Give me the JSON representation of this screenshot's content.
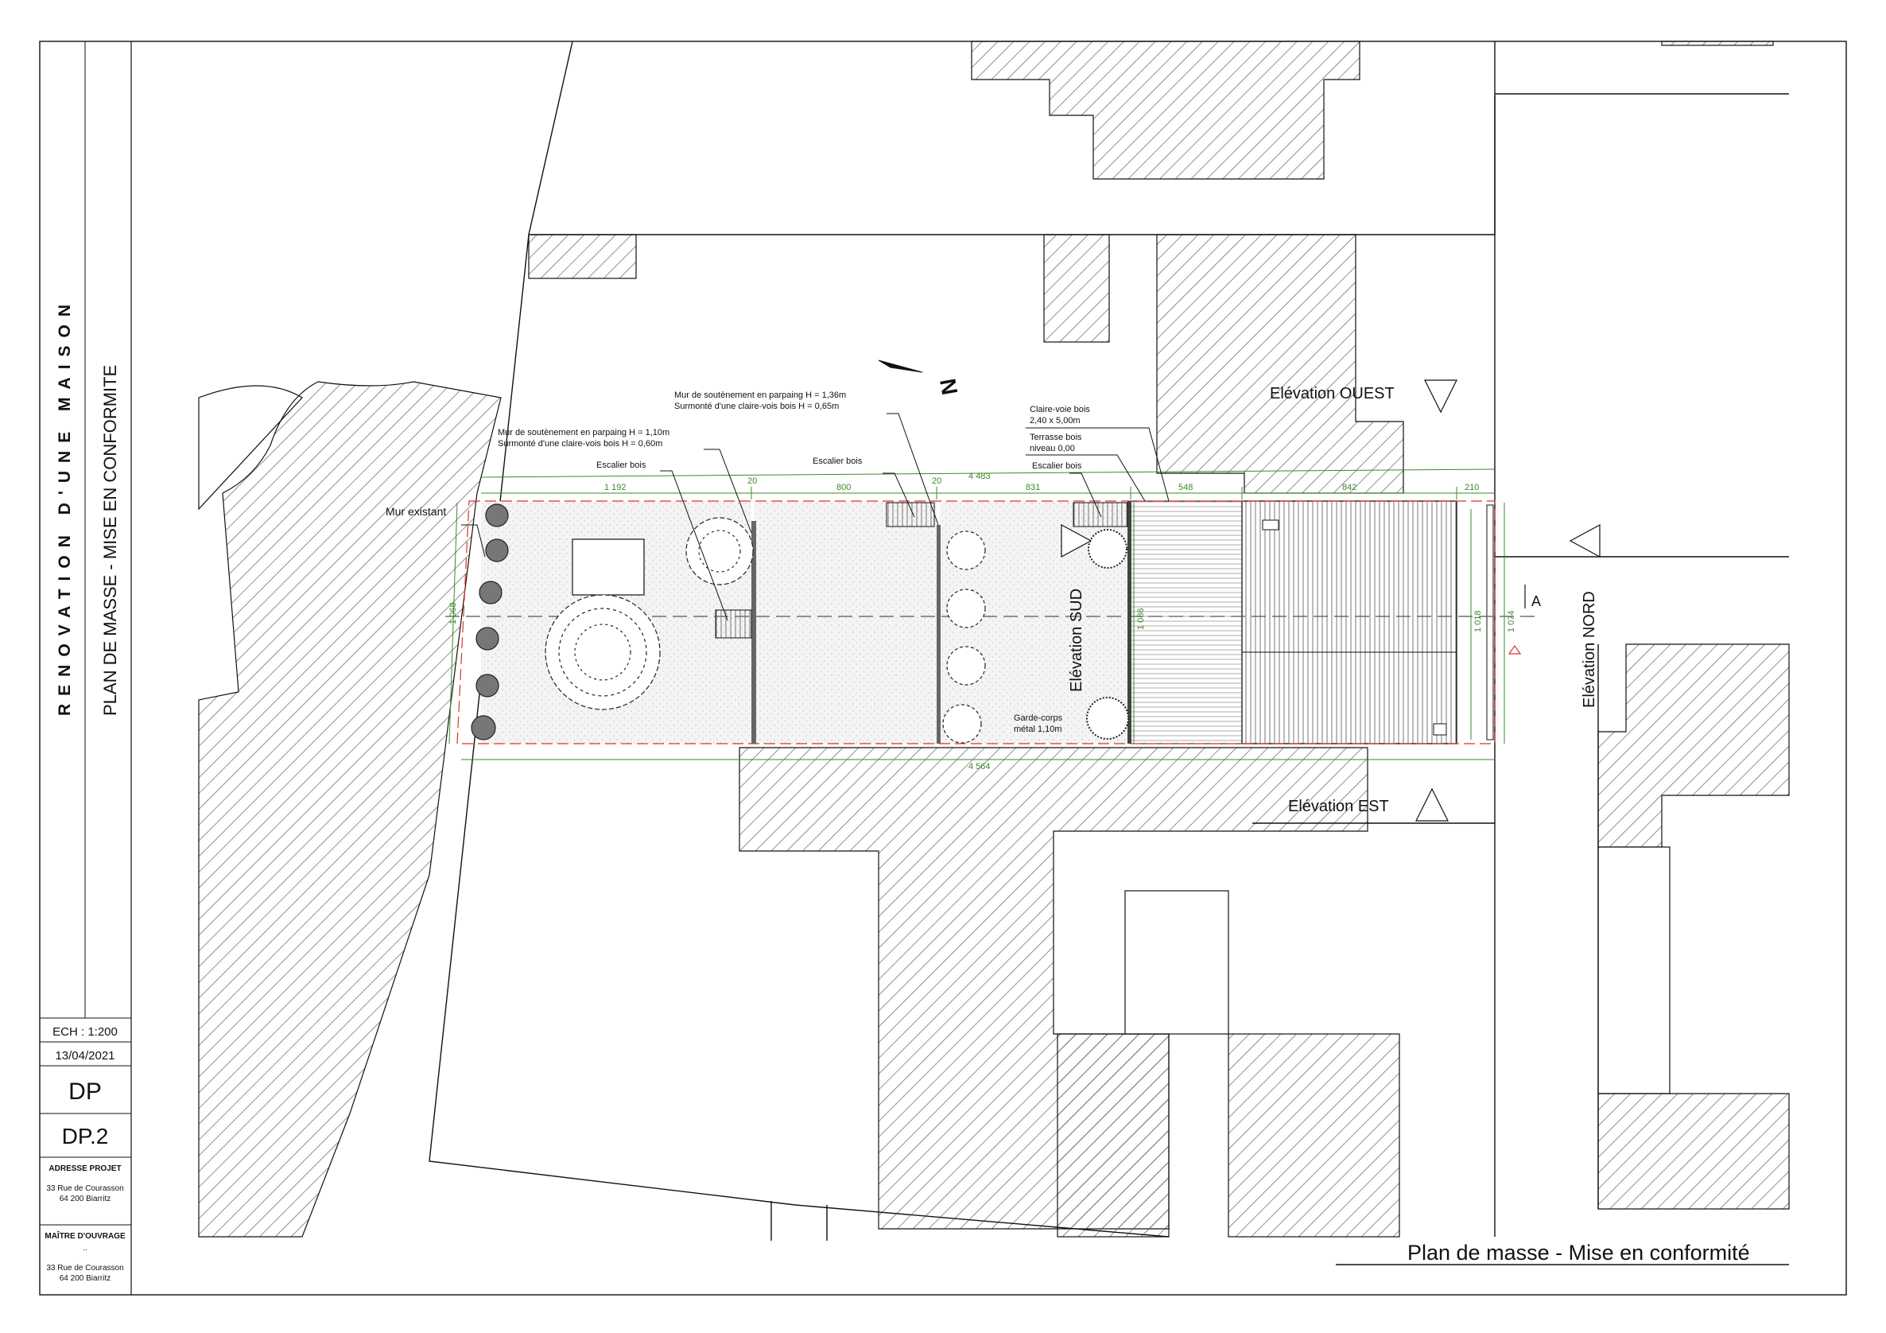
{
  "project": {
    "title": "RENOVATION D'UNE MAISON",
    "subtitle": "PLAN DE MASSE - MISE EN CONFORMITE"
  },
  "cartouche": {
    "scale": "ECH : 1:200",
    "date": "13/04/2021",
    "doc_type": "DP",
    "doc_number": "DP.2",
    "address_label": "ADRESSE PROJET",
    "address_line1": "33 Rue de Courasson",
    "address_line2": "64 200 Biarritz",
    "owner_label": "MAÎTRE D'OUVRAGE",
    "owner_name": "..",
    "owner_line1": "33 Rue de Courasson",
    "owner_line2": "64 200 Biarritz"
  },
  "drawing": {
    "caption": "Plan de masse - Mise en conformité",
    "north_label": "N",
    "elevations": {
      "ouest": "Elévation OUEST",
      "est": "Elévation EST",
      "sud": "Elévation SUD",
      "nord": "Elévation NORD"
    },
    "section_label": "A",
    "annotations": {
      "mur_existant": "Mur existant",
      "mur_1_line1": "Mur de soutènement en parpaing H = 1,10m",
      "mur_1_line2": "Surmonté d'une claire-vois bois H = 0,60m",
      "mur_2_line1": "Mur de soutènement en parpaing H = 1,36m",
      "mur_2_line2": "Surmonté d'une claire-vois bois H = 0,65m",
      "escalier_1": "Escalier bois",
      "escalier_2": "Escalier bois",
      "escalier_3": "Escalier bois",
      "claire_voie_line1": "Claire-voie bois",
      "claire_voie_line2": "2,40 x 5,00m",
      "terrasse_line1": "Terrasse bois",
      "terrasse_line2": "niveau 0,00",
      "garde_corps_line1": "Garde-corps",
      "garde_corps_line2": "métal 1,10m"
    },
    "dimensions": {
      "overall_top": "4 483",
      "overall_bottom": "4 564",
      "seg_1192": "1 192",
      "seg_20a": "20",
      "seg_800": "800",
      "seg_20b": "20",
      "seg_831": "831",
      "seg_548": "548",
      "seg_842": "842",
      "seg_210": "210",
      "h_left": "1 068",
      "h_mid": "1 086",
      "h_house": "1 018",
      "h_right": "1 074"
    },
    "colors": {
      "line": "#111111",
      "hatch": "#555555",
      "dimension": "#3a8a2a",
      "property_limit": "#d9342b"
    }
  }
}
